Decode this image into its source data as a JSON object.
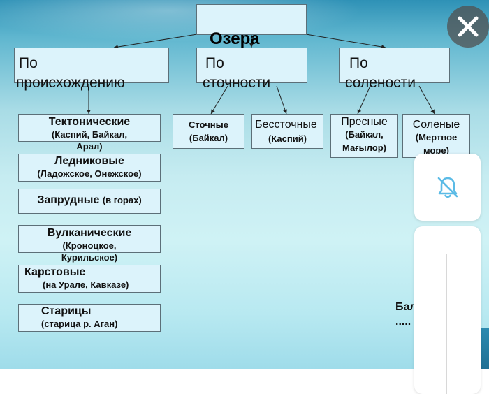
{
  "diagram": {
    "title": "Озера",
    "categories": [
      {
        "id": "origin",
        "line1": "По",
        "line2": "происхождению"
      },
      {
        "id": "drainage",
        "line1": "По",
        "line2": "сточности"
      },
      {
        "id": "salinity",
        "line1": "По",
        "line2": "солености"
      }
    ],
    "origin_items": [
      {
        "main": "Тектонические",
        "sub1": "(Каспий, Байкал,",
        "sub2": "Арал)"
      },
      {
        "main": "Ледниковые",
        "sub1": "(Ладожское, Онежское)"
      },
      {
        "main": "Запрудные",
        "sub_inline": "(в горах)"
      },
      {
        "main": "Вулканические",
        "sub1": "(Кроноцкое,",
        "sub2": "Курильское)"
      },
      {
        "main": "Карстовые",
        "sub1": "(на Урале, Кавказе)"
      },
      {
        "main": "Старицы",
        "sub1": "(старица р. Аган)"
      }
    ],
    "drainage_items": [
      {
        "main": "Сточные",
        "sub1": "(Байкал)"
      },
      {
        "main": "Бессточные",
        "sub1": "(Каспий)"
      }
    ],
    "salinity_items": [
      {
        "main": "Пресные",
        "sub1": "(Байкал,",
        "sub2": "Мағылор)"
      },
      {
        "main": "Соленые",
        "sub1": "(Мертвое",
        "sub2": "море)"
      }
    ],
    "note_line1": "Бал",
    "note_line2": "....."
  },
  "icons": {
    "close": "close-icon",
    "bell": "bell-off-icon"
  },
  "colors": {
    "box_fill": "#dcf3fb",
    "box_border": "#5c6f78",
    "overlay_button": "#505050"
  }
}
